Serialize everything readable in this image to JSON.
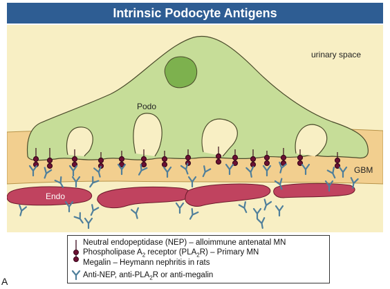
{
  "title": "Intrinsic Podocyte Antigens",
  "labels": {
    "urinary_space": "urinary space",
    "podo": "Podo",
    "gbm": "GBM",
    "endo": "Endo"
  },
  "legend": {
    "item1": "Neutral endopeptidase (NEP) – alloimmune antenatal MN",
    "item2_pre": "Phospholipase A",
    "item2_sub": "2",
    "item2_post": " receptor (PLA",
    "item2_sub2": "2",
    "item2_end": "R) – Primary MN",
    "item3": "Megalin – Heymann nephritis in rats",
    "item4_pre": "Anti-NEP, anti-PLA",
    "item4_sub": "2",
    "item4_end": "R or anti-megalin"
  },
  "panel_letter": "A",
  "colors": {
    "title_bg": "#2e5d93",
    "urinary_space": "#f8efc4",
    "podocyte": "#c6dd98",
    "nucleus": "#7db14e",
    "gbm": "#f2cf8f",
    "endothelium": "#c0435f",
    "antigen": "#6b1033",
    "antibody": "#4f7f9b"
  }
}
